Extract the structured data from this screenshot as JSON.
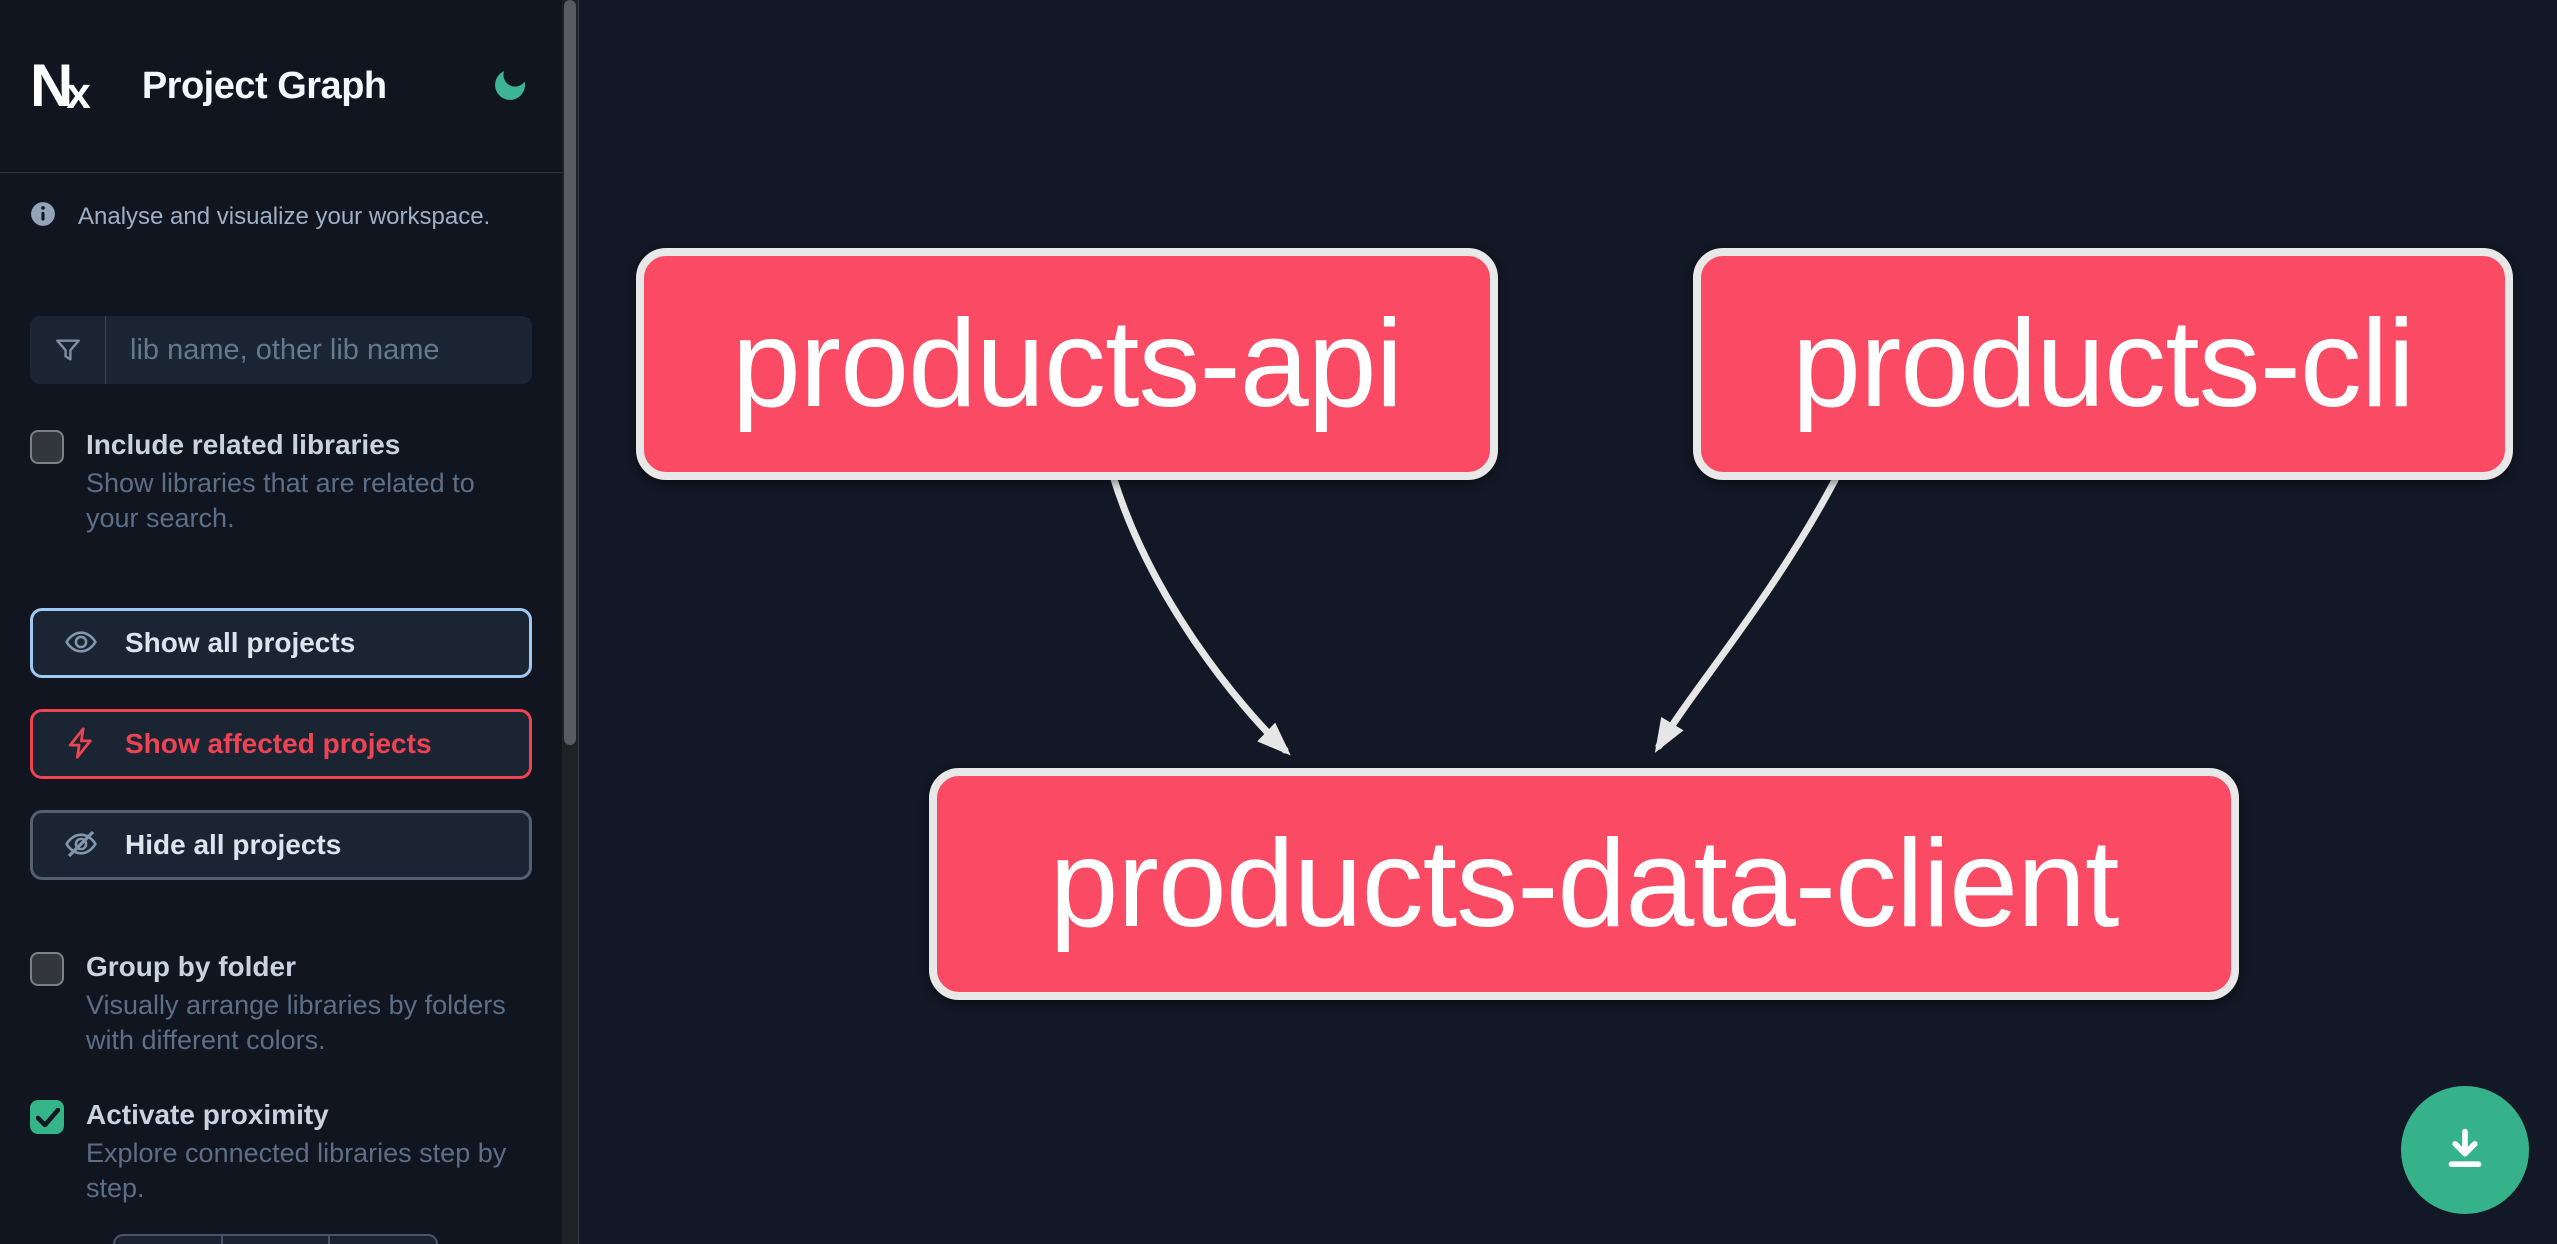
{
  "header": {
    "logo_text": "N",
    "logo_text_x": "x",
    "title": "Project Graph",
    "theme_toggle_icon": "moon-icon"
  },
  "sidebar": {
    "tagline": "Analyse and visualize your workspace.",
    "search": {
      "placeholder": "lib name, other lib name",
      "value": "",
      "icon": "filter-icon"
    },
    "checkboxes": [
      {
        "label": "Include related libraries",
        "description": "Show libraries that are related to your search.",
        "checked": false
      },
      {
        "label": "Group by folder",
        "description": "Visually arrange libraries by folders with different colors.",
        "checked": false
      },
      {
        "label": "Activate proximity",
        "description": "Explore connected libraries step by step.",
        "checked": true
      }
    ],
    "actions": [
      {
        "label": "Show all projects",
        "icon": "eye-icon",
        "state": "focused"
      },
      {
        "label": "Show affected projects",
        "icon": "lightning-icon",
        "state": "affected"
      },
      {
        "label": "Hide all projects",
        "icon": "eye-off-icon",
        "state": "default"
      }
    ]
  },
  "graph": {
    "nodes": [
      {
        "label": "products-api"
      },
      {
        "label": "products-cli"
      },
      {
        "label": "products-data-client"
      }
    ],
    "edges": [
      {
        "source": "products-api",
        "target": "products-data-client"
      },
      {
        "source": "products-cli",
        "target": "products-data-client"
      }
    ],
    "download_icon": "download-icon"
  },
  "colors": {
    "sidebar_bg": "#10151f",
    "canvas_bg": "#131826",
    "node_fill": "#fb4a63",
    "node_border": "#e8e8e8",
    "edge": "#e6e6e6",
    "accent_green": "#36b28a",
    "focus_blue": "#9fc9f3",
    "affected_red": "#ee4352"
  }
}
